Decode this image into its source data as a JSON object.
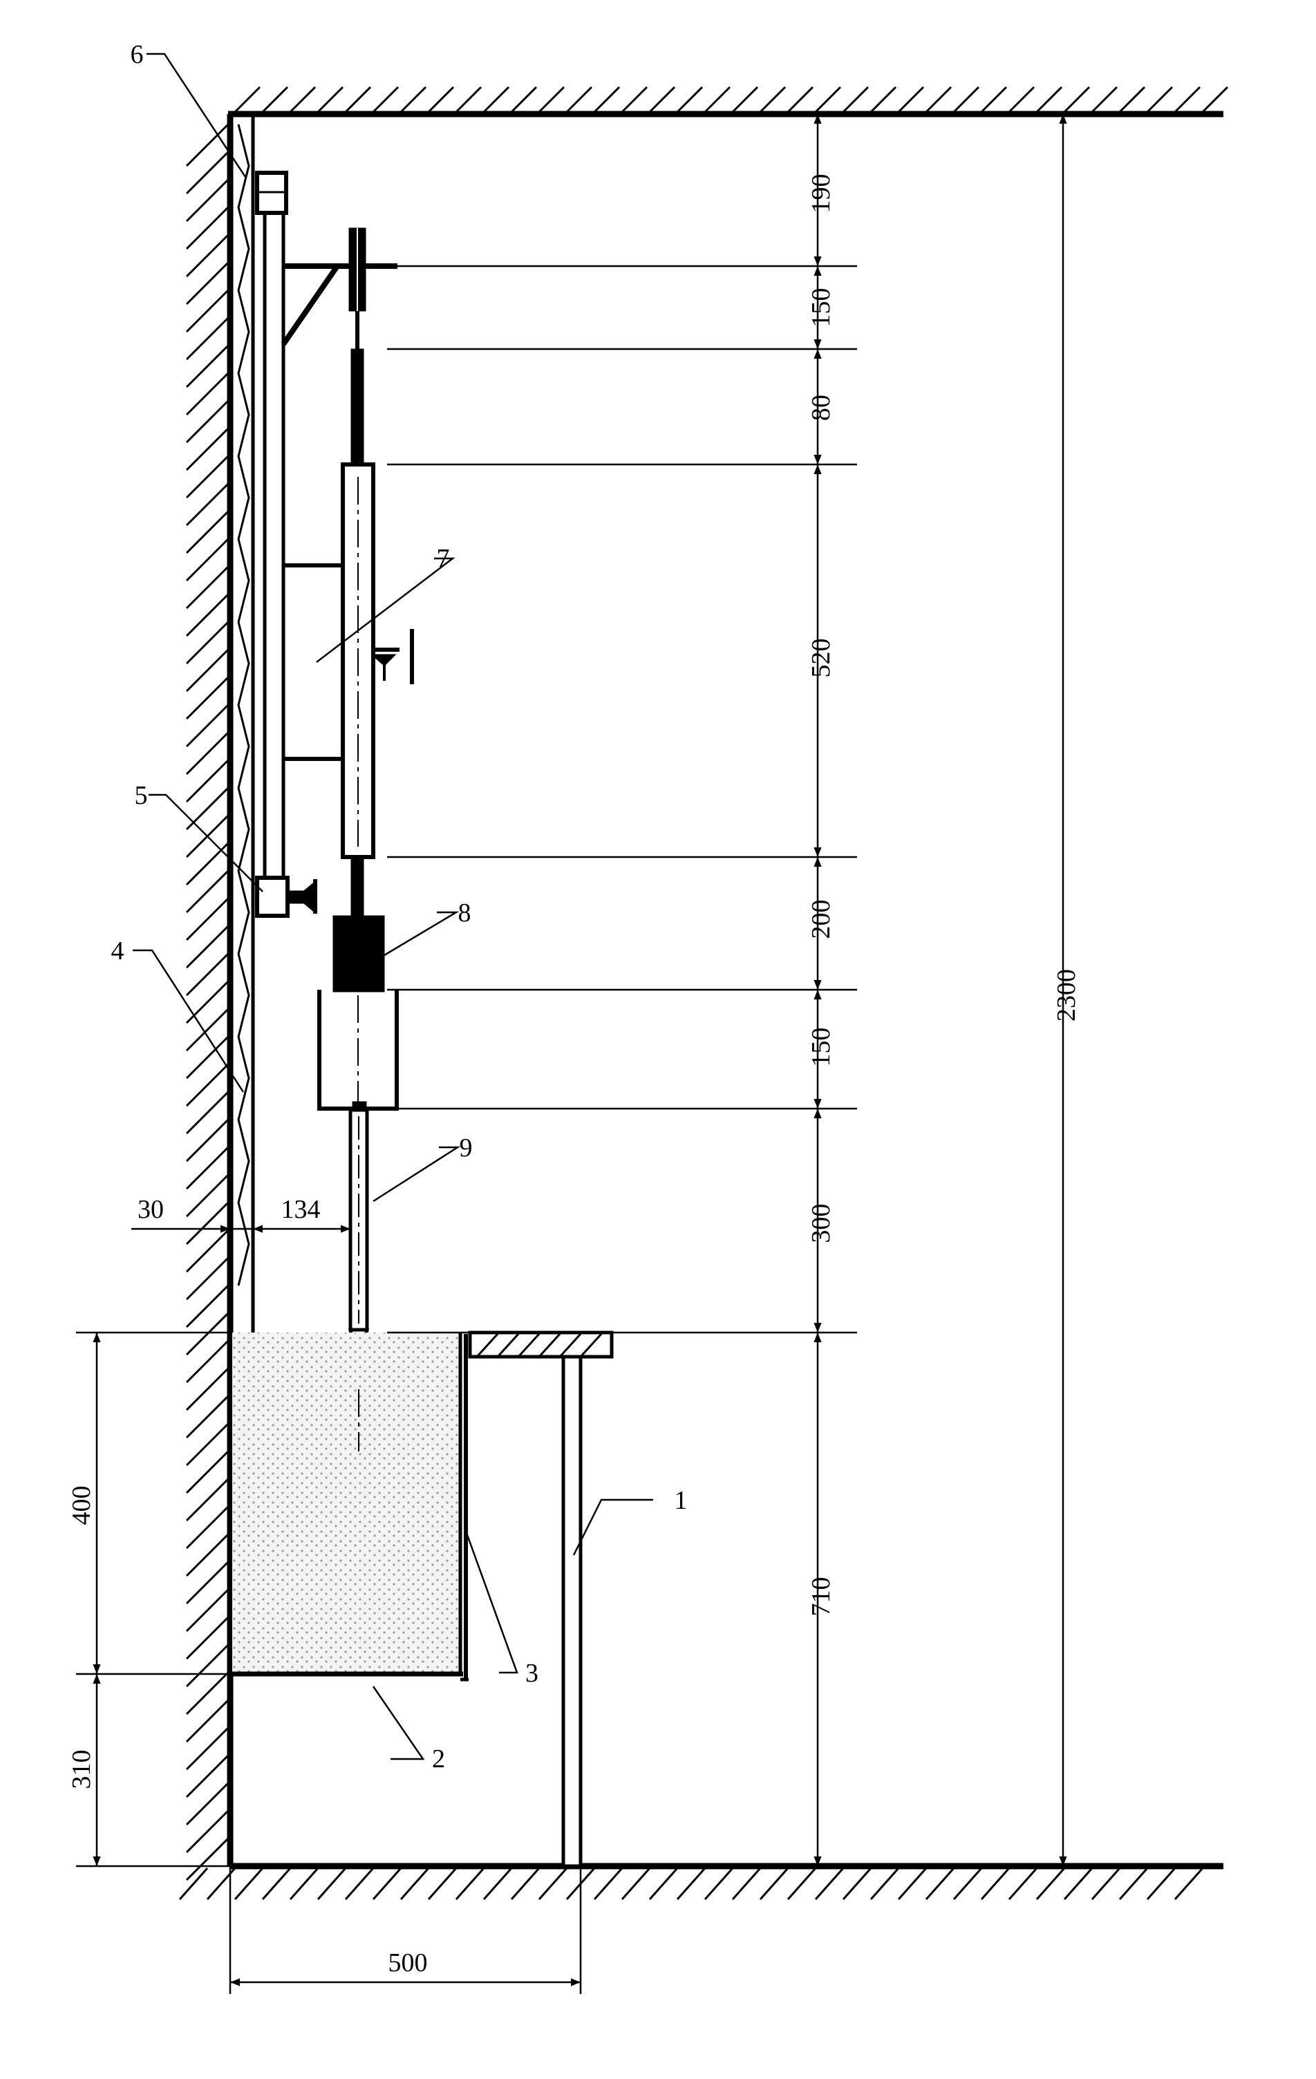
{
  "dimensions": {
    "vertical_right": [
      "190",
      "150",
      "80",
      "520",
      "200",
      "150",
      "300",
      "710"
    ],
    "total_height": "2300",
    "left_upper": "400",
    "left_lower": "310",
    "wall_gap": "30",
    "device_offset": "134",
    "bottom_width": "500"
  },
  "callouts": [
    "1",
    "2",
    "3",
    "4",
    "5",
    "6",
    "7",
    "8",
    "9"
  ],
  "colors": {
    "line": "#000000",
    "background": "#ffffff",
    "soil_fill": "#f3f3f3",
    "soil_dots": "#9a9a9a"
  }
}
